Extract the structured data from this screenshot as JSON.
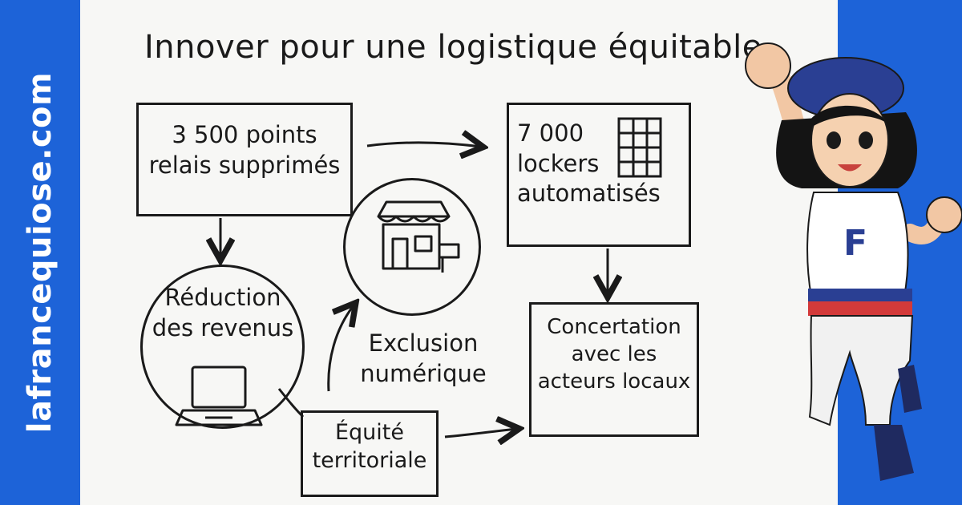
{
  "brand": {
    "site_name": "lafrancequiose.com"
  },
  "colors": {
    "brand_blue": "#1d63d8",
    "sheet": "#f7f7f5",
    "ink": "#1a1a1a",
    "accent_red": "#d33a3a"
  },
  "diagram": {
    "title": "Innover pour une logistique équitable",
    "nodes": {
      "relais": {
        "line1": "3 500 points",
        "line2": "relais supprimés"
      },
      "lockers": {
        "line1": "7 000",
        "line2": "lockers",
        "line3": "automatisés"
      },
      "reduction": {
        "line1": "Réduction",
        "line2": "des revenus"
      },
      "exclusion": {
        "line1": "Exclusion",
        "line2": "numérique"
      },
      "concertation": {
        "line1": "Concertation",
        "line2": "avec les",
        "line3": "acteurs locaux"
      },
      "equite": {
        "line1": "Équité",
        "line2": "territoriale"
      }
    },
    "icons": [
      "shop-icon",
      "laptop-icon",
      "locker-grid-icon"
    ]
  },
  "mascot": {
    "shirt_letter": "F"
  }
}
